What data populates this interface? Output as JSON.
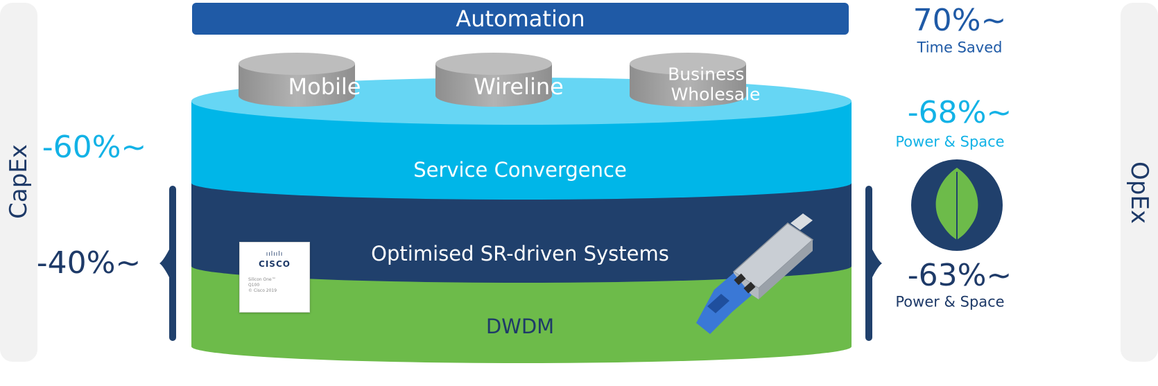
{
  "automation": "Automation",
  "capex_label": "CapEx",
  "opex_label": "OpEx",
  "silos": {
    "mobile": "Mobile",
    "wireline": "Wireline",
    "business_line1": "Business &",
    "business_line2": "Wholesale"
  },
  "layers": {
    "service": "Service Convergence",
    "systems": "Optimised SR-driven Systems",
    "dwdm": "DWDM"
  },
  "metrics": {
    "capex_top": "-60%~",
    "capex_bottom": "-40%~",
    "time_value": "70%~",
    "time_label": "Time Saved",
    "power_top_value": "-68%~",
    "power_top_label": "Power & Space",
    "power_bottom_value": "-63%~",
    "power_bottom_label": "Power & Space"
  },
  "chip": {
    "logo": "cisco",
    "line1": "Silicon One™",
    "line2": "Q100",
    "line3": "© Cisco 2019"
  },
  "colors": {
    "automation": "#1f5aa6",
    "service_layer": "#12b2e6",
    "systems_layer": "#20406c",
    "dwdm_layer": "#6dbb4a",
    "silo": "#a3a3a3",
    "leaf": "#6dbb4a"
  },
  "icons": [
    "leaf-icon",
    "optical-transceiver-icon",
    "cisco-chip-icon",
    "left-bracket-icon",
    "right-bracket-icon"
  ]
}
